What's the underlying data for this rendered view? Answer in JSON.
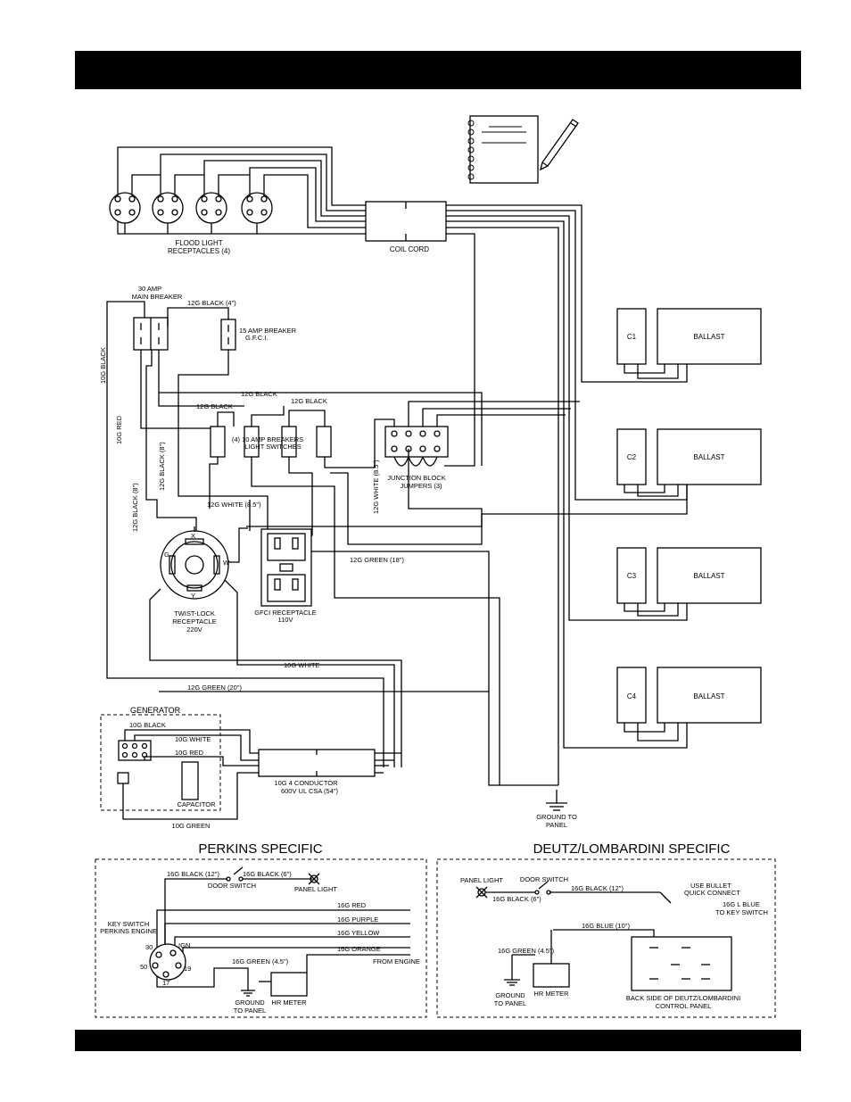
{
  "labels": {
    "flood_receptacles": [
      "FLOOD LIGHT",
      "RECEPTACLES (4)"
    ],
    "coil_cord": "COIL CORD",
    "main_breaker": [
      "30 AMP",
      "MAIN BREAKER"
    ],
    "black_4": "12G BLACK (4\")",
    "gfci_breaker": [
      "15 AMP BREAKER",
      "G.F.C.I."
    ],
    "black_10g": "10G BLACK",
    "red_10g": "10G RED",
    "black_8_a": "12G BLACK (8\")",
    "black_8_b": "12G BLACK (8\")",
    "black_12g_a": "12G BLACK",
    "black_12g_b": "12G BLACK",
    "black_12g_c": "12G BLACK",
    "breakers": [
      "(4) 10 AMP BREAKERS",
      "LIGHT SWITCHES"
    ],
    "white_85_a": "12G WHITE (8.5\")",
    "white_85_b": "12G WHITE (8.5\")",
    "junction": [
      "JUNCTION BLOCK",
      "JUMPERS (3)"
    ],
    "green_18": "12G GREEN (18\")",
    "gfci_receptacle": [
      "GFCI RECEPTACLE",
      "110V"
    ],
    "twistlock": [
      "TWIST-LOCK",
      "RECEPTACLE",
      "220V"
    ],
    "pin_x": "X",
    "pin_g": "G",
    "pin_w": "W",
    "pin_y": "Y",
    "white_10g": "10G WHITE",
    "green_20": "12G GREEN (20\")",
    "generator": "GENERATOR",
    "gen_black": "10G BLACK",
    "gen_white": "10G WHITE",
    "gen_red": "10G RED",
    "capacitor": "CAPACITOR",
    "green_10g": "10G GREEN",
    "conductor": [
      "10G 4 CONDUCTOR",
      "600V UL CSA (54\")"
    ],
    "ground_to_panel": [
      "GROUND TO",
      "PANEL"
    ],
    "c1": "C1",
    "c2": "C2",
    "c3": "C3",
    "c4": "C4",
    "ballast": "BALLAST"
  },
  "perkins": {
    "title": "PERKINS SPECIFIC",
    "black_12": "16G BLACK (12\")",
    "black_6": "16G BLACK (6\")",
    "door_switch": "DOOR SWITCH",
    "panel_light": "PANEL LIGHT",
    "key_switch": [
      "KEY SWITCH",
      "PERKINS ENGINE"
    ],
    "red": "16G RED",
    "purple": "16G PURPLE",
    "yellow": "16G YELLOW",
    "orange": "16G ORANGE",
    "from_engine": "FROM ENGINE",
    "green_45": "16G GREEN (4.5\")",
    "hr_meter": "HR METER",
    "ground": [
      "GROUND",
      "TO PANEL"
    ],
    "pin_30": "30",
    "pin_ign": "IGN",
    "pin_50": "50",
    "pin_19": "19",
    "pin_17": "17"
  },
  "deutz": {
    "title": "DEUTZ/LOMBARDINI SPECIFIC",
    "panel_light": "PANEL LIGHT",
    "door_switch": "DOOR SWITCH",
    "black_12": "16G BLACK (12\")",
    "black_6": "16G BLACK (6\")",
    "bullet": [
      "USE BULLET",
      "QUICK CONNECT"
    ],
    "blue_l": [
      "16G L BLUE",
      "TO KEY SWITCH"
    ],
    "blue_10": "16G BLUE (10\")",
    "green_45": "16G GREEN (4.5\")",
    "hr_meter": "HR METER",
    "ground": [
      "GROUND",
      "TO PANEL"
    ],
    "panel": [
      "BACK SIDE OF DEUTZ/LOMBARDINI",
      "CONTROL PANEL"
    ]
  }
}
